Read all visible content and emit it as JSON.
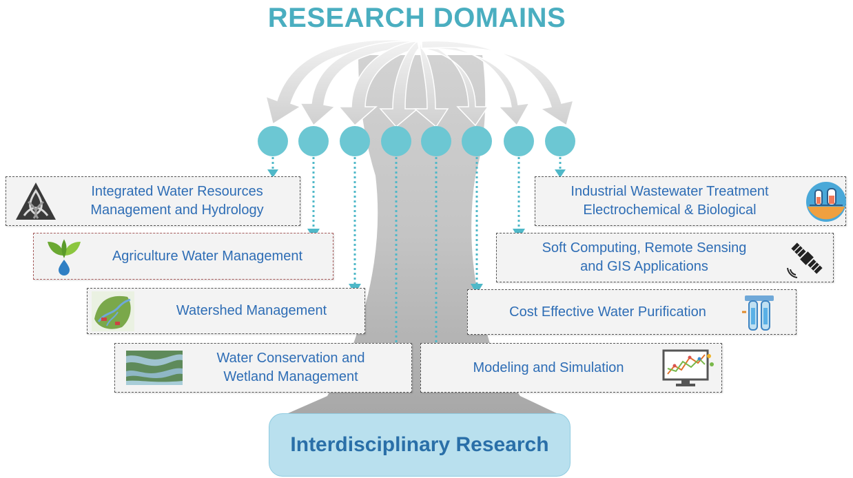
{
  "title": "RESEARCH DOMAINS",
  "hub": "Interdisciplinary Research",
  "colors": {
    "title": "#4aaec0",
    "node": "#6cc7d3",
    "label_text": "#2e6db5",
    "hub_fill": "#b9e0ee",
    "arrow_fill": "#d6d6d6"
  },
  "domains_left": [
    {
      "lines": [
        "Integrated Water Resources",
        "Management and Hydrology"
      ],
      "icon": "triquetra-logo-icon"
    },
    {
      "lines": [
        "Agriculture Water Management"
      ],
      "icon": "plant-water-drop-icon"
    },
    {
      "lines": [
        "Watershed Management"
      ],
      "icon": "watershed-landscape-icon"
    },
    {
      "lines": [
        "Water Conservation and",
        "Wetland Management"
      ],
      "icon": "wetland-photo-icon"
    }
  ],
  "domains_right": [
    {
      "lines": [
        "Industrial Wastewater Treatment",
        "Electrochemical & Biological"
      ],
      "icon": "wastewater-tanks-icon"
    },
    {
      "lines": [
        "Soft Computing, Remote Sensing",
        "and GIS Applications"
      ],
      "icon": "satellite-icon"
    },
    {
      "lines": [
        "Cost Effective Water Purification"
      ],
      "icon": "water-filter-icon"
    },
    {
      "lines": [
        "Modeling and Simulation"
      ],
      "icon": "monitor-chart-icon"
    }
  ]
}
